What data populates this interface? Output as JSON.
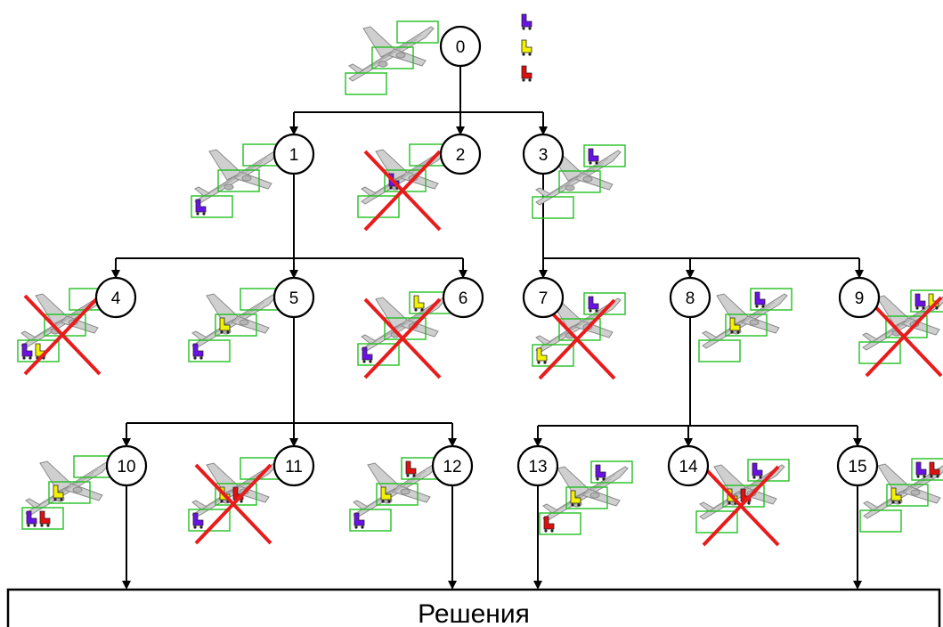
{
  "title": "",
  "legend": {
    "colors": [
      "#6a12e6",
      "#f2f200",
      "#e01010"
    ],
    "icon": "luggage-cart-icon"
  },
  "nodes": [
    {
      "id": "0",
      "label": "0",
      "pruned": false,
      "cargo": []
    },
    {
      "id": "1",
      "label": "1",
      "pruned": false,
      "cargo": [
        [
          "#6a12e6"
        ],
        [],
        []
      ]
    },
    {
      "id": "2",
      "label": "2",
      "pruned": true,
      "cargo": [
        [],
        [
          "#6a12e6"
        ],
        []
      ]
    },
    {
      "id": "3",
      "label": "3",
      "pruned": false,
      "cargo": [
        [],
        [],
        [
          "#6a12e6"
        ]
      ]
    },
    {
      "id": "4",
      "label": "4",
      "pruned": true,
      "cargo": [
        [
          "#6a12e6",
          "#f2f200"
        ],
        [],
        []
      ]
    },
    {
      "id": "5",
      "label": "5",
      "pruned": false,
      "cargo": [
        [
          "#6a12e6"
        ],
        [
          "#f2f200"
        ],
        []
      ]
    },
    {
      "id": "6",
      "label": "6",
      "pruned": true,
      "cargo": [
        [
          "#6a12e6"
        ],
        [],
        [
          "#f2f200"
        ]
      ]
    },
    {
      "id": "7",
      "label": "7",
      "pruned": true,
      "cargo": [
        [
          "#f2f200"
        ],
        [],
        [
          "#6a12e6"
        ]
      ]
    },
    {
      "id": "8",
      "label": "8",
      "pruned": false,
      "cargo": [
        [],
        [
          "#f2f200"
        ],
        [
          "#6a12e6"
        ]
      ]
    },
    {
      "id": "9",
      "label": "9",
      "pruned": true,
      "cargo": [
        [],
        [],
        [
          "#6a12e6",
          "#f2f200"
        ]
      ]
    },
    {
      "id": "10",
      "label": "10",
      "pruned": false,
      "cargo": [
        [
          "#6a12e6",
          "#e01010"
        ],
        [
          "#f2f200"
        ],
        []
      ]
    },
    {
      "id": "11",
      "label": "11",
      "pruned": true,
      "cargo": [
        [
          "#6a12e6"
        ],
        [
          "#f2f200",
          "#e01010"
        ],
        []
      ]
    },
    {
      "id": "12",
      "label": "12",
      "pruned": false,
      "cargo": [
        [
          "#6a12e6"
        ],
        [
          "#f2f200"
        ],
        [
          "#e01010"
        ]
      ]
    },
    {
      "id": "13",
      "label": "13",
      "pruned": false,
      "cargo": [
        [
          "#e01010"
        ],
        [
          "#f2f200"
        ],
        [
          "#6a12e6"
        ]
      ]
    },
    {
      "id": "14",
      "label": "14",
      "pruned": true,
      "cargo": [
        [],
        [
          "#f2f200",
          "#e01010"
        ],
        [
          "#6a12e6"
        ]
      ]
    },
    {
      "id": "15",
      "label": "15",
      "pruned": false,
      "cargo": [
        [],
        [
          "#f2f200"
        ],
        [
          "#6a12e6",
          "#e01010"
        ]
      ]
    }
  ],
  "edges": [
    [
      "0",
      "1"
    ],
    [
      "0",
      "2"
    ],
    [
      "0",
      "3"
    ],
    [
      "1",
      "4"
    ],
    [
      "1",
      "5"
    ],
    [
      "1",
      "6"
    ],
    [
      "3",
      "7"
    ],
    [
      "3",
      "8"
    ],
    [
      "3",
      "9"
    ],
    [
      "5",
      "10"
    ],
    [
      "5",
      "11"
    ],
    [
      "5",
      "12"
    ],
    [
      "8",
      "13"
    ],
    [
      "8",
      "14"
    ],
    [
      "8",
      "15"
    ]
  ],
  "solutions_label": "Решения"
}
